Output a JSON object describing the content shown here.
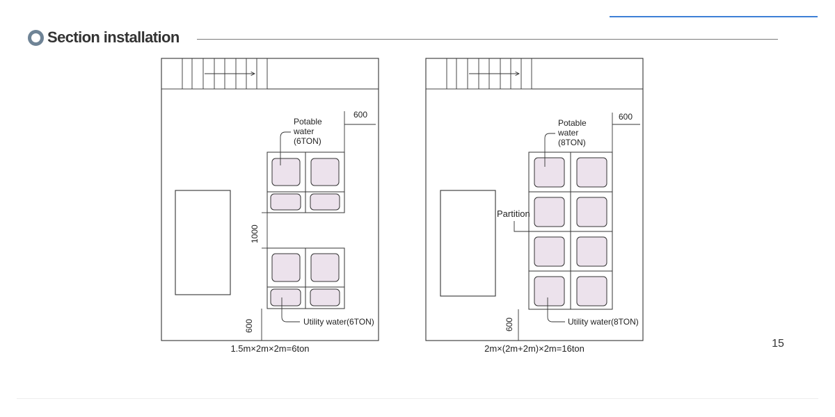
{
  "header": {
    "title": "Section installation"
  },
  "page_number": "15",
  "plans": [
    {
      "dim_top": "600",
      "dim_gap": "1000",
      "dim_bottom": "600",
      "potable_label": [
        "Potable",
        "water",
        "(6TON)"
      ],
      "utility_label": "Utility water(6TON)",
      "formula": "1.5m×2m×2m=6ton"
    },
    {
      "dim_top": "600",
      "dim_bottom": "600",
      "partition_label": "Partition",
      "potable_label": [
        "Potable",
        "water",
        "(8TON)"
      ],
      "utility_label": "Utility water(8TON)",
      "formula": "2m×(2m+2m)×2m=16ton"
    }
  ]
}
